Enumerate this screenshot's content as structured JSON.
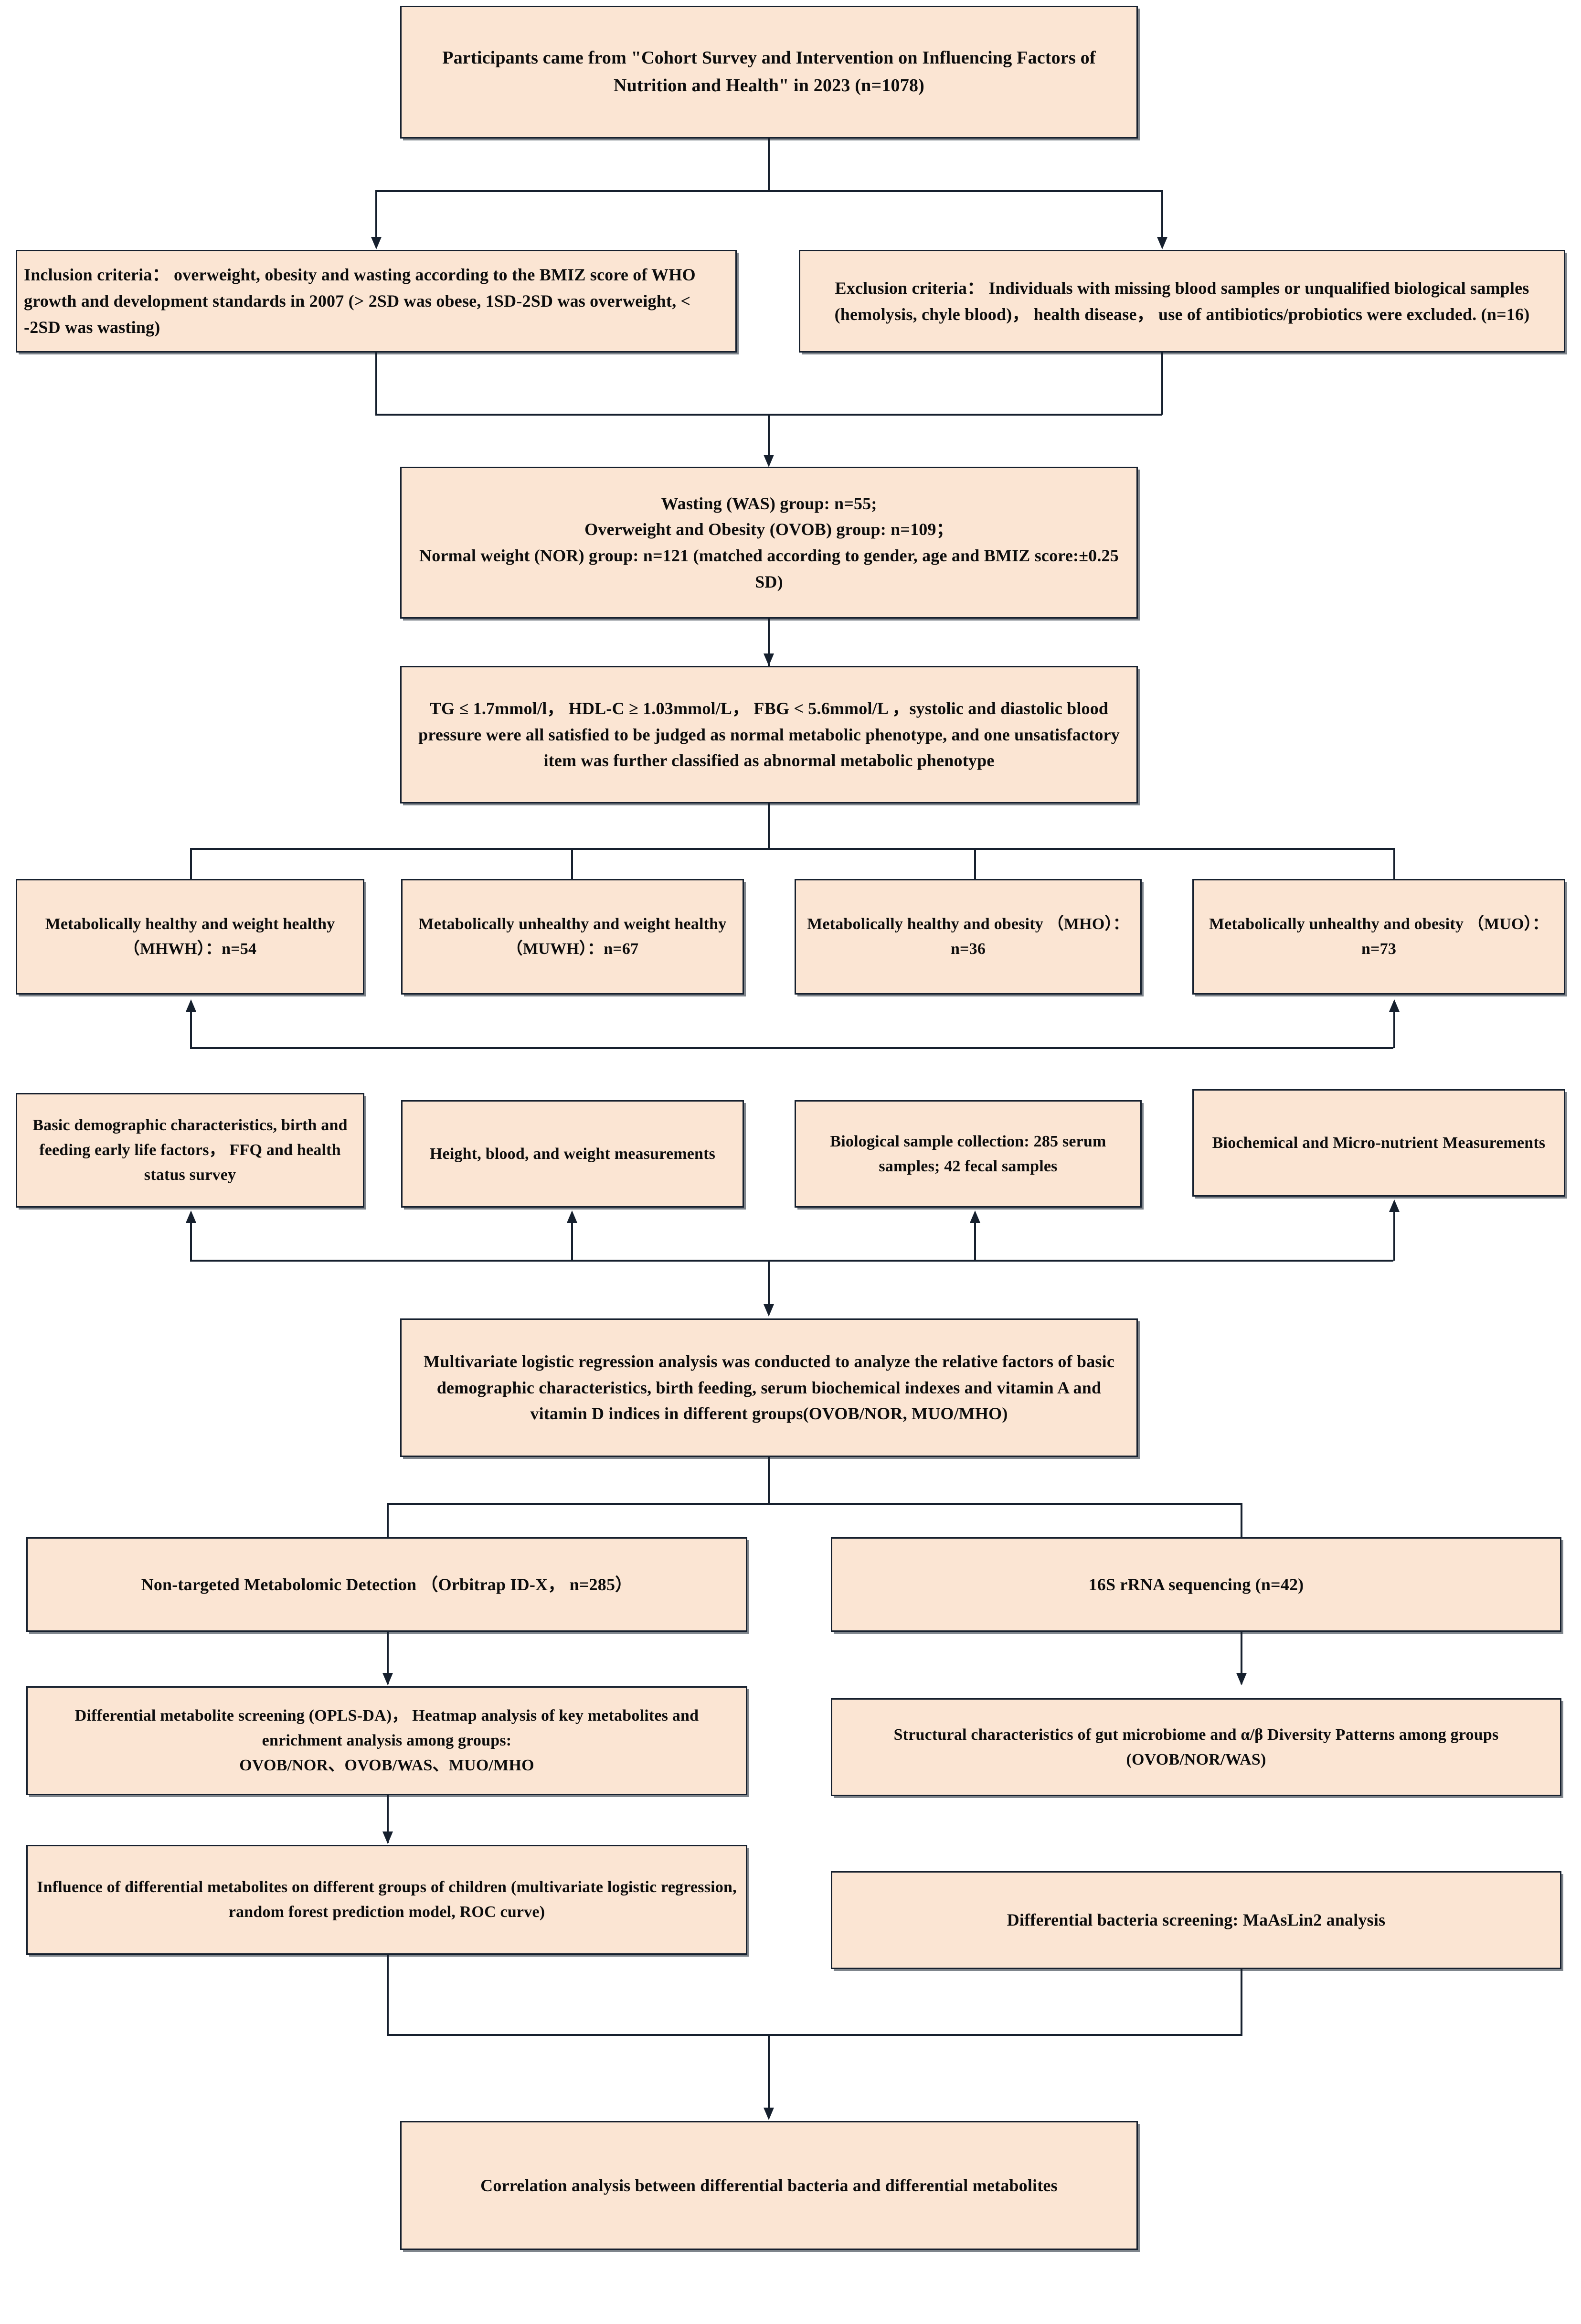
{
  "diagram": {
    "title": "Study design flowchart",
    "theme": {
      "box_fill": "#fbe5d3",
      "box_border": "#16202e",
      "connector": "#16202e",
      "background": "#ffffff"
    },
    "nodes": {
      "participants": "Participants came from \"Cohort Survey and Intervention on Influencing Factors of Nutrition and Health\" in 2023 (n=1078)",
      "inclusion": "Inclusion criteria： overweight, obesity and wasting according to the BMIZ score of WHO growth and development standards in 2007 (> 2SD was obese, 1SD-2SD was overweight, < -2SD was wasting)",
      "exclusion": "Exclusion criteria： Individuals with missing blood samples or unqualified biological samples (hemolysis, chyle blood)， health disease， use of antibiotics/probiotics were excluded. (n=16)",
      "groups": "Wasting (WAS) group: n=55;\nOverweight and Obesity (OVOB) group: n=109；\nNormal weight (NOR) group: n=121 (matched according to gender, age and BMIZ score:±0.25 SD)",
      "metabolic_criteria": "TG ≤ 1.7mmol/l， HDL-C ≥ 1.03mmol/L， FBG < 5.6mmol/L ，systolic and diastolic blood pressure were all satisfied to be judged as normal metabolic phenotype, and one unsatisfactory item was further classified as abnormal metabolic phenotype",
      "mhwh": "Metabolically healthy and weight healthy （MHWH）：n=54",
      "muwh": "Metabolically unhealthy and weight healthy （MUWH）：n=67",
      "mho": "Metabolically healthy and obesity （MHO）： n=36",
      "muo": "Metabolically unhealthy and obesity （MUO）： n=73",
      "demographics": "Basic demographic characteristics, birth and feeding early life factors， FFQ and health status survey",
      "measurements": "Height, blood, and weight measurements",
      "sample_collection": "Biological sample collection: 285 serum samples; 42 fecal samples",
      "biochemical": "Biochemical and Micro-nutrient Measurements",
      "logistic_regression": "Multivariate logistic regression analysis was conducted to analyze the relative factors of basic demographic characteristics, birth feeding, serum biochemical indexes and vitamin A and vitamin D indices in different groups(OVOB/NOR, MUO/MHO)",
      "metabolomic_detection": "Non-targeted Metabolomic Detection （Orbitrap ID-X， n=285）",
      "rrna_sequencing": "16S rRNA sequencing (n=42)",
      "metabolite_screening": "Differential metabolite screening (OPLS-DA)， Heatmap analysis of key metabolites and enrichment analysis among groups:\nOVOB/NOR、OVOB/WAS、MUO/MHO",
      "gut_microbiome": "Structural characteristics of gut microbiome and α/β Diversity Patterns among groups (OVOB/NOR/WAS)",
      "metabolite_influence": "Influence of differential metabolites on different groups of children (multivariate logistic regression, random forest prediction model, ROC curve)",
      "bacteria_screening": "Differential bacteria screening: MaAsLin2 analysis",
      "correlation": "Correlation analysis between differential bacteria and differential metabolites"
    }
  }
}
